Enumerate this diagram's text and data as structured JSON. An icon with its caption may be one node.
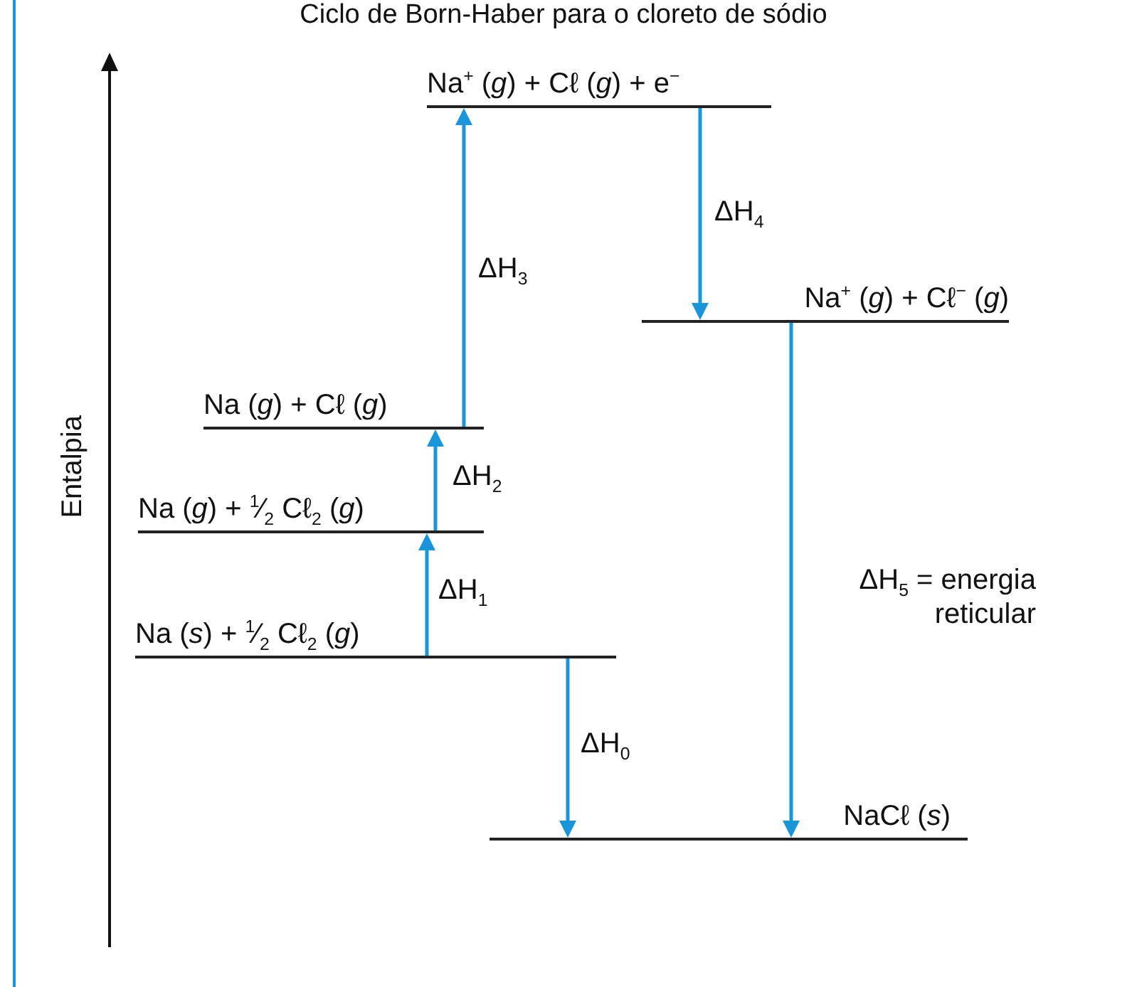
{
  "diagram": {
    "title": "Ciclo de Born-Haber para o cloreto de sódio",
    "nodes": [
      {
        "text": [
          "Na$^{+}$ (*g*) + Cℓ (*g*) + e$^{−}$"
        ]
      },
      {
        "text": [
          "Na$^{+}$ (*g*) + Cℓ$^{−}$ (*g*)"
        ]
      },
      {
        "text": [
          "Na (*g*) + Cℓ (*g*)"
        ]
      },
      {
        "text": [
          "Na (*g*) + $^{1}$⁄$_{2}$ Cℓ$_{2}$ (*g*)"
        ]
      },
      {
        "text": [
          "Na (*s*) + $^{1}$⁄$_{2}$ Cℓ$_{2}$ (*g*)"
        ]
      },
      {
        "text": [
          "NaCℓ (*s*)"
        ]
      }
    ],
    "edges": [
      {
        "from": 4,
        "to": 3,
        "arrow": "to",
        "label": "ΔH$_{1}$"
      },
      {
        "from": 3,
        "to": 2,
        "arrow": "to",
        "label": "ΔH$_{2}$"
      },
      {
        "from": 2,
        "to": 0,
        "arrow": "to",
        "label": "ΔH$_{3}$"
      },
      {
        "from": 0,
        "to": 1,
        "arrow": "to",
        "label": "ΔH$_{4}$"
      },
      {
        "from": 1,
        "to": 5,
        "arrow": "to",
        "label": "ΔH$_{5}$ = energia reticular"
      },
      {
        "from": 4,
        "to": 5,
        "arrow": "to",
        "label": "ΔH$_{0}$"
      }
    ],
    "labels": [
      "Entalpia"
    ]
  }
}
